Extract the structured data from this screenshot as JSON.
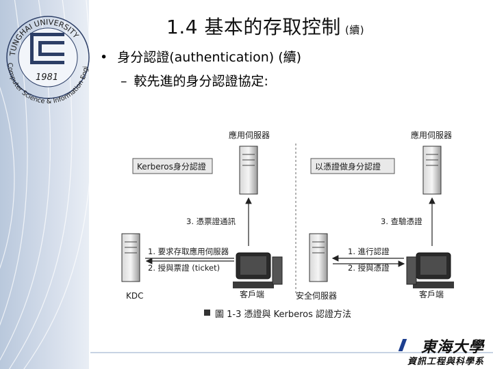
{
  "title": {
    "main": "1.4  基本的存取控制",
    "continued": "(續)"
  },
  "bullets": [
    {
      "marker": "•",
      "text": "身分認證(authentication) (續)"
    },
    {
      "marker": "–",
      "text": "較先進的身分認證協定:"
    }
  ],
  "logo": {
    "ring_text": "TUNGHAI UNIVERSITY",
    "year": "1981",
    "lower_text": "Computer Science & Information Engineering"
  },
  "diagram": {
    "app_server_left": "應用伺服器",
    "app_server_right": "應用伺服器",
    "label_kerberos": "Kerberos身分認證",
    "label_voucher": "以憑證做身分認證",
    "step_left_3": "3. 憑票證通訊",
    "step_right_3": "3. 查驗憑證",
    "step_left_1": "1. 要求存取應用伺服器",
    "step_left_2": "2. 授與票證 (ticket)",
    "step_right_1": "1. 進行認證",
    "step_right_2": "2. 授與憑證",
    "kdc": "KDC",
    "client_left": "客戶端",
    "security_server": "安全伺服器",
    "client_right": "客戶端",
    "caption": "圖 1-3   憑證與 Kerberos 認證方法"
  },
  "brand": {
    "top": "東海大學",
    "sub": "資訊工程與科學系"
  },
  "colors": {
    "band": "#c9d5e6",
    "brand_slash": "#1d3f8f"
  }
}
